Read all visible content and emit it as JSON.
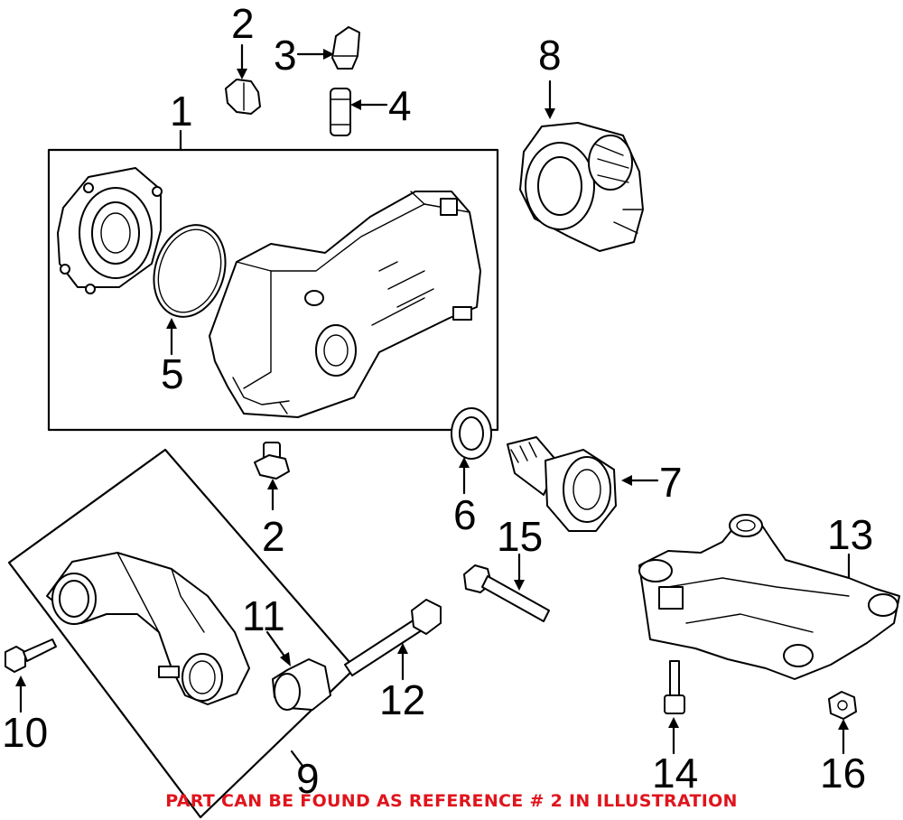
{
  "callouts": {
    "c1": "1",
    "c2a": "2",
    "c2b": "2",
    "c3": "3",
    "c4": "4",
    "c5": "5",
    "c6": "6",
    "c7": "7",
    "c8": "8",
    "c9": "9",
    "c10": "10",
    "c11": "11",
    "c12": "12",
    "c13": "13",
    "c14": "14",
    "c15": "15",
    "c16": "16"
  },
  "footer_note": "PART CAN BE FOUND AS REFERENCE # 2 IN ILLUSTRATION",
  "colors": {
    "footer": "#e0141c",
    "line": "#000000",
    "background": "#ffffff"
  }
}
